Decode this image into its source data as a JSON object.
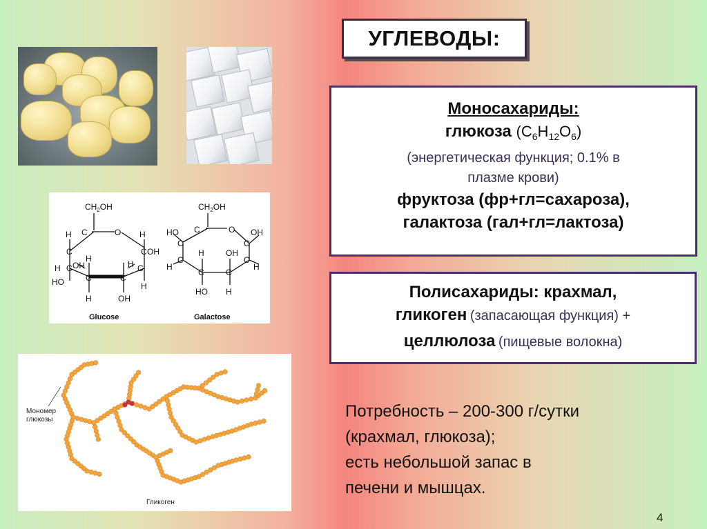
{
  "title": "УГЛЕВОДЫ:",
  "mono": {
    "heading": "Моносахариды:",
    "glucose_word": "глюкоза",
    "formula": {
      "c": "C",
      "c_sub": "6",
      "h": "H",
      "h_sub": "12",
      "o": "O",
      "o_sub": "6"
    },
    "function_line1": "(энергетическая функция; 0.1% в",
    "function_line2": "плазме крови)",
    "fructose": "фруктоза (фр+гл=сахароза),",
    "galactose": "галактоза (гал+гл=лактоза)"
  },
  "poly": {
    "line1": "Полисахариды: крахмал,",
    "glycogen_word": "гликоген",
    "glycogen_note": "(запасающая функция) +",
    "cellulose_word": "целлюлоза",
    "cellulose_note": "(пищевые волокна)"
  },
  "need": {
    "line1": "Потребность – 200-300 г/сутки",
    "line2": "(крахмал, глюкоза);",
    "line3": "есть небольшой запас  в",
    "line4": "печени и мышцах."
  },
  "diagram": {
    "glucose_label": "Glucose",
    "galactose_label": "Galactose",
    "ch2oh": "CH",
    "ch2oh_sub": "2",
    "ch2oh_end": "OH",
    "monomer_label_1": "Мономер",
    "monomer_label_2": "глюкозы",
    "glycogen_label": "Гликоген"
  },
  "page_number": "4",
  "colors": {
    "box_border": "#4b2f68",
    "bead": "#f2a53a",
    "bead_highlight": "#c8323c"
  }
}
